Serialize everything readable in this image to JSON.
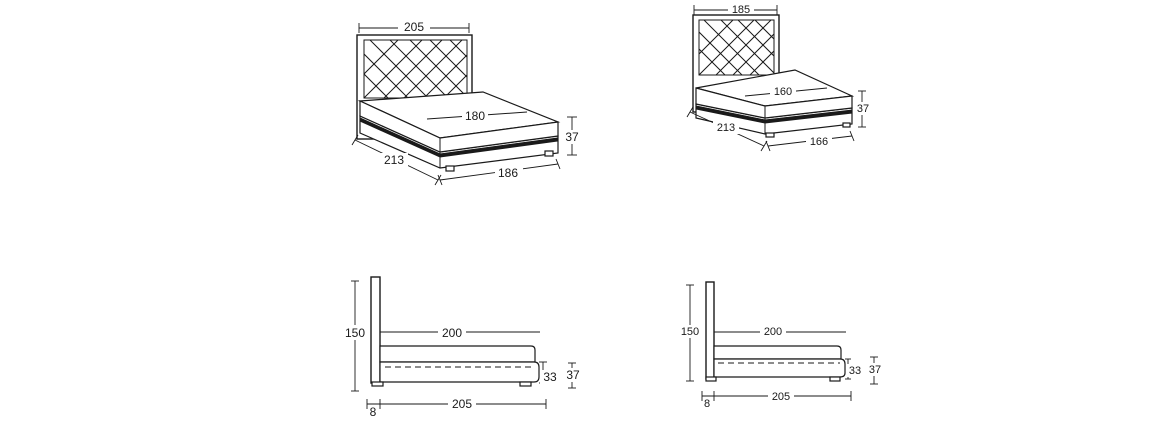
{
  "views": {
    "large_perspective": {
      "headboard_width": "205",
      "mattress_width": "180",
      "height": "37",
      "length": "213",
      "base_width": "186"
    },
    "small_perspective": {
      "headboard_width": "185",
      "mattress_width": "160",
      "height": "37",
      "length": "213",
      "base_width": "166"
    },
    "large_side": {
      "headboard_height": "150",
      "mattress_length": "200",
      "mattress_height": "33",
      "bed_height": "37",
      "offset": "8",
      "total_length": "205"
    },
    "small_side": {
      "headboard_height": "150",
      "mattress_length": "200",
      "mattress_height": "33",
      "bed_height": "37",
      "offset": "8",
      "total_length": "205"
    }
  }
}
